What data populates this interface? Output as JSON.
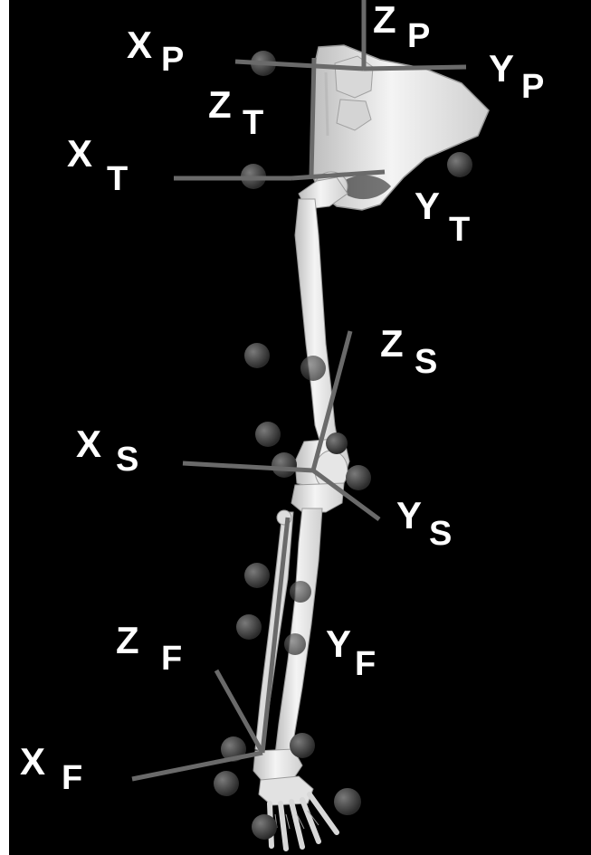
{
  "colors": {
    "background": "#000000",
    "bone": "#ececec",
    "bone_shade": "#c9c9c9",
    "axis_line": "#6a6a6a",
    "marker": "#4a4a4a",
    "label": "#ffffff"
  },
  "labels": {
    "pelvis": {
      "x_letter": "X",
      "x_sub": "P",
      "y_letter": "Y",
      "y_sub": "P",
      "z_letter": "Z",
      "z_sub": "P"
    },
    "thigh": {
      "x_letter": "X",
      "x_sub": "T",
      "y_letter": "Y",
      "y_sub": "T",
      "z_letter": "Z",
      "z_sub": "T"
    },
    "shank": {
      "x_letter": "X",
      "x_sub": "S",
      "y_letter": "Y",
      "y_sub": "S",
      "z_letter": "Z",
      "z_sub": "S"
    },
    "foot": {
      "x_letter": "X",
      "x_sub": "F",
      "y_letter": "Y",
      "y_sub": "F",
      "z_letter": "Z",
      "z_sub": "F"
    }
  }
}
